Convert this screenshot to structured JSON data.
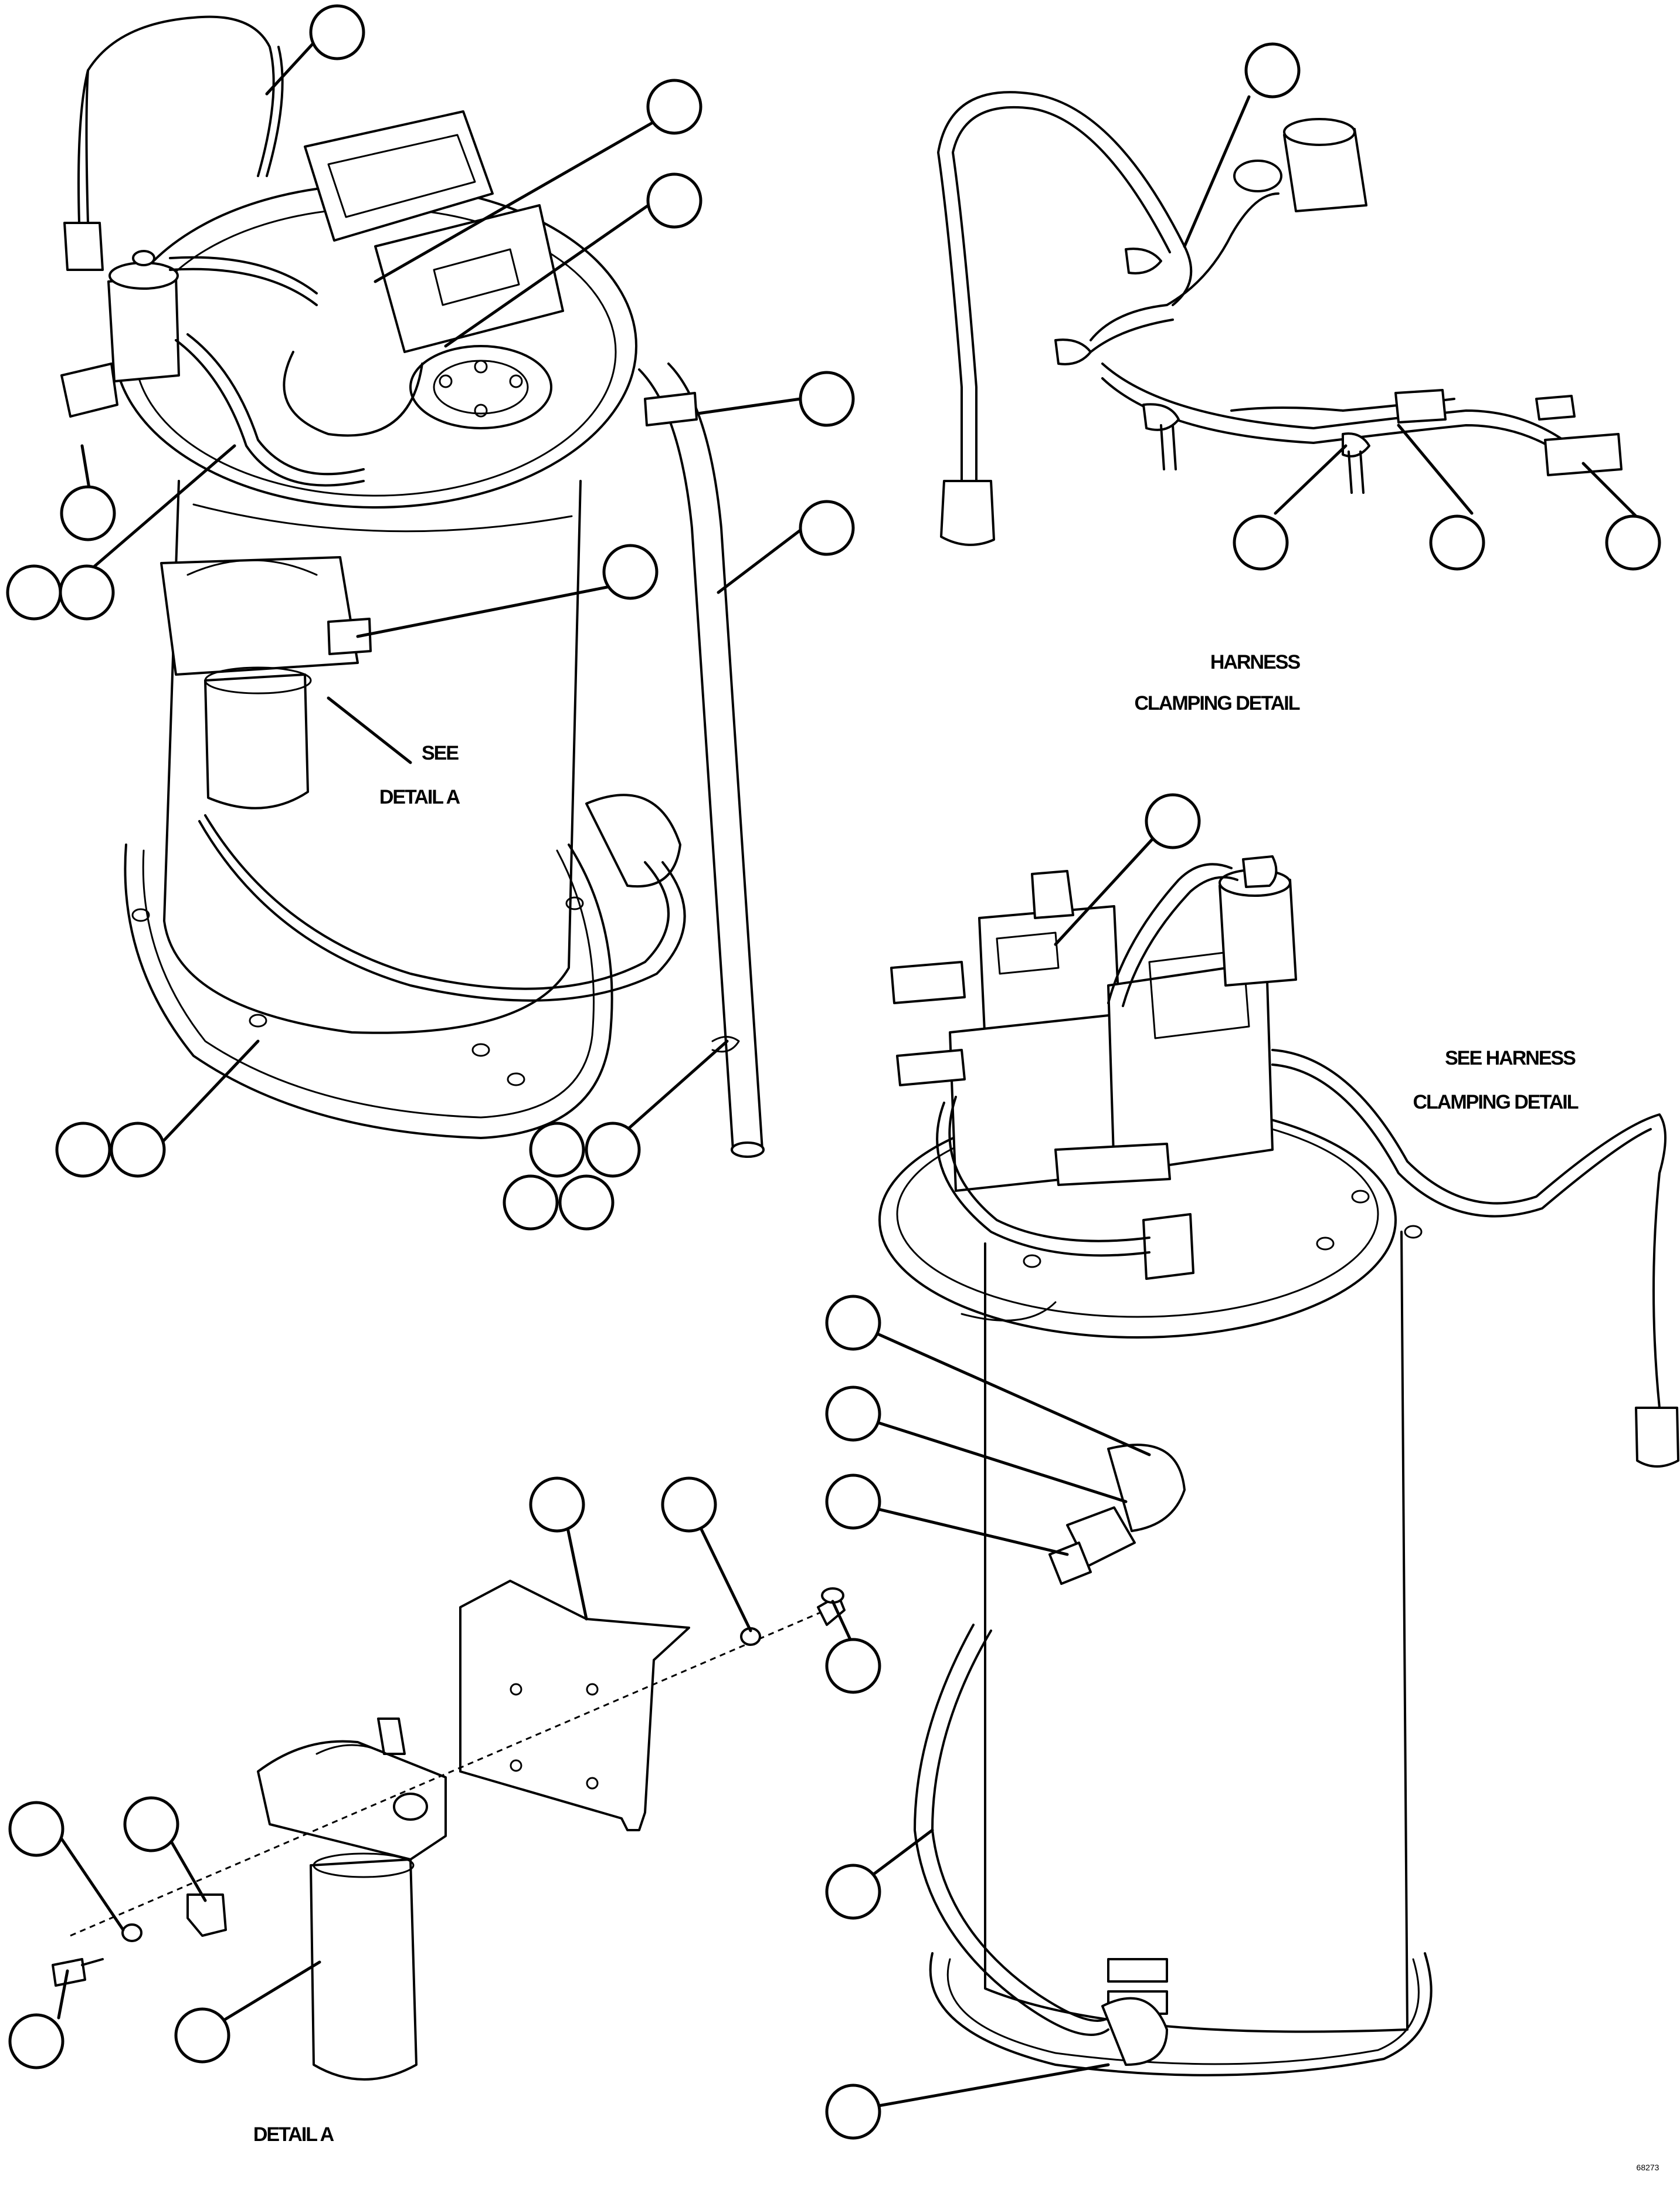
{
  "labels": {
    "harness_title_line1": "HARNESS",
    "harness_title_line2": "CLAMPING DETAIL",
    "see_detail_line1": "SEE",
    "see_detail_line2": "DETAIL A",
    "see_harness_line1": "SEE HARNESS",
    "see_harness_line2": "CLAMPING DETAIL",
    "detail_a_title": "DETAIL A",
    "drawing_code": "68273"
  },
  "callout_balloons": [
    {
      "id": "balloon-1",
      "text": ""
    },
    {
      "id": "balloon-2",
      "text": ""
    },
    {
      "id": "balloon-3",
      "text": ""
    },
    {
      "id": "balloon-4",
      "text": ""
    },
    {
      "id": "balloon-5",
      "text": ""
    },
    {
      "id": "balloon-6",
      "text": ""
    },
    {
      "id": "balloon-7",
      "text": ""
    },
    {
      "id": "balloon-8",
      "text": ""
    },
    {
      "id": "balloon-9",
      "text": ""
    },
    {
      "id": "balloon-10",
      "text": ""
    },
    {
      "id": "balloon-11",
      "text": ""
    },
    {
      "id": "balloon-12",
      "text": ""
    },
    {
      "id": "balloon-13",
      "text": ""
    },
    {
      "id": "balloon-14",
      "text": ""
    },
    {
      "id": "balloon-15",
      "text": ""
    },
    {
      "id": "balloon-16",
      "text": ""
    },
    {
      "id": "balloon-17",
      "text": ""
    },
    {
      "id": "balloon-18",
      "text": ""
    },
    {
      "id": "balloon-19",
      "text": ""
    },
    {
      "id": "balloon-20",
      "text": ""
    },
    {
      "id": "balloon-21",
      "text": ""
    },
    {
      "id": "balloon-22",
      "text": ""
    },
    {
      "id": "balloon-23",
      "text": ""
    },
    {
      "id": "balloon-24",
      "text": ""
    },
    {
      "id": "balloon-25",
      "text": ""
    },
    {
      "id": "balloon-26",
      "text": ""
    },
    {
      "id": "balloon-27",
      "text": ""
    },
    {
      "id": "balloon-28",
      "text": ""
    },
    {
      "id": "balloon-29",
      "text": ""
    },
    {
      "id": "balloon-30",
      "text": ""
    },
    {
      "id": "balloon-31",
      "text": ""
    }
  ]
}
